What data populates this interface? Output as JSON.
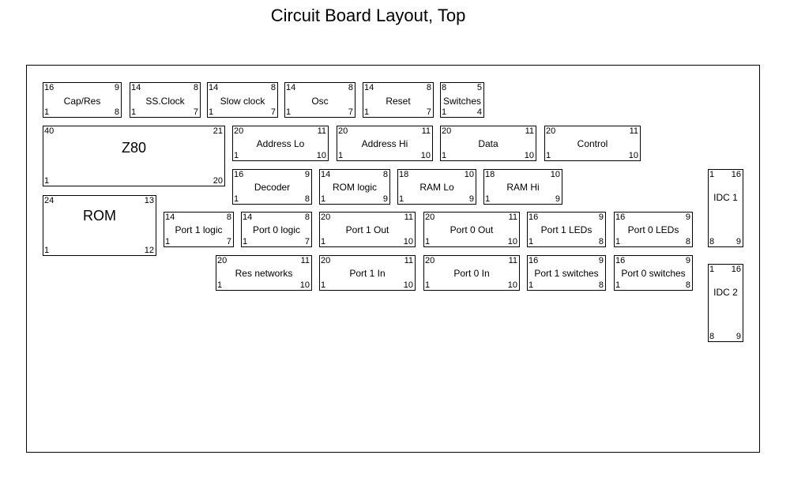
{
  "title": "Circuit Board Layout, Top",
  "chips": {
    "cap_res": {
      "name": "Cap/Res",
      "tl": "16",
      "tr": "9",
      "bl": "1",
      "br": "8"
    },
    "ss_clock": {
      "name": "SS.Clock",
      "tl": "14",
      "tr": "8",
      "bl": "1",
      "br": "7"
    },
    "slow_clock": {
      "name": "Slow clock",
      "tl": "14",
      "tr": "8",
      "bl": "1",
      "br": "7"
    },
    "osc": {
      "name": "Osc",
      "tl": "14",
      "tr": "8",
      "bl": "1",
      "br": "7"
    },
    "reset": {
      "name": "Reset",
      "tl": "14",
      "tr": "8",
      "bl": "1",
      "br": "7"
    },
    "switches": {
      "name": "Switches",
      "tl": "8",
      "tr": "5",
      "bl": "1",
      "br": "4"
    },
    "z80": {
      "name": "Z80",
      "tl": "40",
      "tr": "21",
      "bl": "1",
      "br": "20"
    },
    "address_lo": {
      "name": "Address Lo",
      "tl": "20",
      "tr": "11",
      "bl": "1",
      "br": "10"
    },
    "address_hi": {
      "name": "Address Hi",
      "tl": "20",
      "tr": "11",
      "bl": "1",
      "br": "10"
    },
    "data": {
      "name": "Data",
      "tl": "20",
      "tr": "11",
      "bl": "1",
      "br": "10"
    },
    "control": {
      "name": "Control",
      "tl": "20",
      "tr": "11",
      "bl": "1",
      "br": "10"
    },
    "decoder": {
      "name": "Decoder",
      "tl": "16",
      "tr": "9",
      "bl": "1",
      "br": "8"
    },
    "rom_logic": {
      "name": "ROM logic",
      "tl": "14",
      "tr": "8",
      "bl": "1",
      "br": "9"
    },
    "ram_lo": {
      "name": "RAM Lo",
      "tl": "18",
      "tr": "10",
      "bl": "1",
      "br": "9"
    },
    "ram_hi": {
      "name": "RAM Hi",
      "tl": "18",
      "tr": "10",
      "bl": "1",
      "br": "9"
    },
    "rom": {
      "name": "ROM",
      "tl": "24",
      "tr": "13",
      "bl": "1",
      "br": "12"
    },
    "port1_logic": {
      "name": "Port 1 logic",
      "tl": "14",
      "tr": "8",
      "bl": "1",
      "br": "7"
    },
    "port0_logic": {
      "name": "Port 0 logic",
      "tl": "14",
      "tr": "8",
      "bl": "1",
      "br": "7"
    },
    "port1_out": {
      "name": "Port 1 Out",
      "tl": "20",
      "tr": "11",
      "bl": "1",
      "br": "10"
    },
    "port0_out": {
      "name": "Port 0 Out",
      "tl": "20",
      "tr": "11",
      "bl": "1",
      "br": "10"
    },
    "port1_leds": {
      "name": "Port 1 LEDs",
      "tl": "16",
      "tr": "9",
      "bl": "1",
      "br": "8"
    },
    "port0_leds": {
      "name": "Port 0 LEDs",
      "tl": "16",
      "tr": "9",
      "bl": "1",
      "br": "8"
    },
    "res_networks": {
      "name": "Res networks",
      "tl": "20",
      "tr": "11",
      "bl": "1",
      "br": "10"
    },
    "port1_in": {
      "name": "Port 1 In",
      "tl": "20",
      "tr": "11",
      "bl": "1",
      "br": "10"
    },
    "port0_in": {
      "name": "Port 0 In",
      "tl": "20",
      "tr": "11",
      "bl": "1",
      "br": "10"
    },
    "port1_switches": {
      "name": "Port 1 switches",
      "tl": "16",
      "tr": "9",
      "bl": "1",
      "br": "8"
    },
    "port0_switches": {
      "name": "Port 0 switches",
      "tl": "16",
      "tr": "9",
      "bl": "1",
      "br": "8"
    },
    "idc1": {
      "name": "IDC 1",
      "tl": "1",
      "tr": "16",
      "bl": "8",
      "br": "9"
    },
    "idc2": {
      "name": "IDC 2",
      "tl": "1",
      "tr": "16",
      "bl": "8",
      "br": "9"
    }
  }
}
